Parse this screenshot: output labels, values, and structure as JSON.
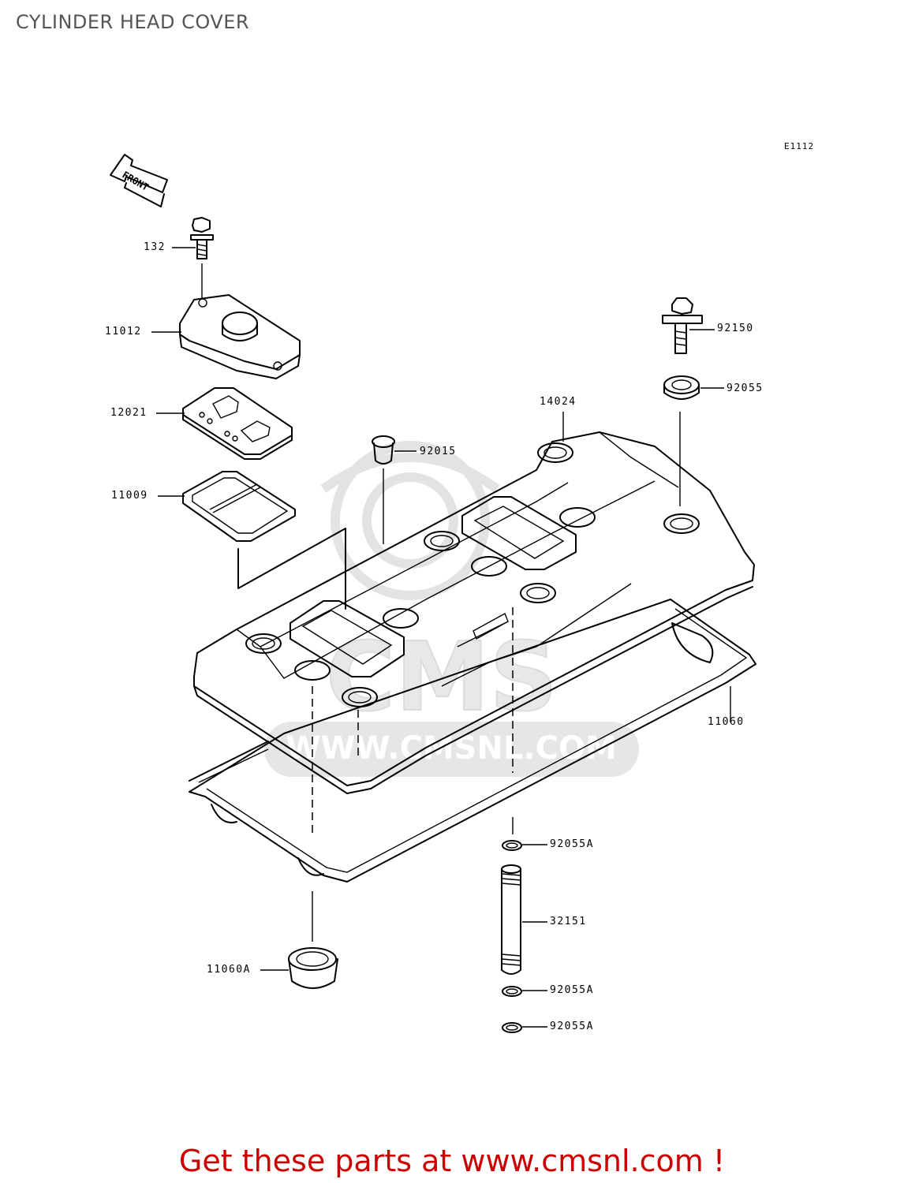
{
  "title": "CYLINDER HEAD COVER",
  "diagram_code": "E1112",
  "front_arrow_text": "FRONT",
  "watermark_text": "WWW.CMSNL.COM",
  "watermark_logo_text": "CMS",
  "parts": [
    {
      "id": "132"
    },
    {
      "id": "11012"
    },
    {
      "id": "12021"
    },
    {
      "id": "11009"
    },
    {
      "id": "92015"
    },
    {
      "id": "14024"
    },
    {
      "id": "92150"
    },
    {
      "id": "92055"
    },
    {
      "id": "11060"
    },
    {
      "id": "92055A"
    },
    {
      "id": "32151"
    },
    {
      "id": "92055A"
    },
    {
      "id": "92055A"
    },
    {
      "id": "11060A"
    }
  ],
  "footer": {
    "link_text": "Get these parts at www.cmsnl.com !"
  },
  "colors": {
    "footer": "#cc0000",
    "title": "#555555",
    "watermark": "#e6e6e6"
  }
}
